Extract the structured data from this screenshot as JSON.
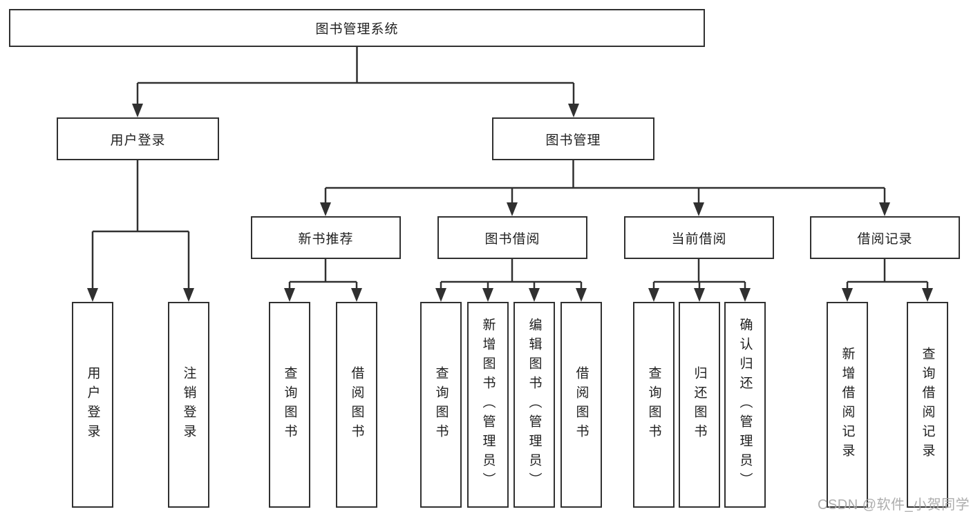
{
  "diagram": {
    "root": {
      "label": "图书管理系统"
    },
    "branches": [
      {
        "label": "用户登录",
        "children": [
          {
            "label": "用户登录"
          },
          {
            "label": "注销登录"
          }
        ]
      },
      {
        "label": "图书管理",
        "children": [
          {
            "label": "新书推荐",
            "children": [
              {
                "label": "查询图书"
              },
              {
                "label": "借阅图书"
              }
            ]
          },
          {
            "label": "图书借阅",
            "children": [
              {
                "label": "查询图书"
              },
              {
                "label": "新增图书（管理员）"
              },
              {
                "label": "编辑图书（管理员）"
              },
              {
                "label": "借阅图书"
              }
            ]
          },
          {
            "label": "当前借阅",
            "children": [
              {
                "label": "查询图书"
              },
              {
                "label": "归还图书"
              },
              {
                "label": "确认归还（管理员）"
              }
            ]
          },
          {
            "label": "借阅记录",
            "children": [
              {
                "label": "新增借阅记录"
              },
              {
                "label": "查询借阅记录"
              }
            ]
          }
        ]
      }
    ]
  },
  "watermark": {
    "text": "CSDN @软件_小贺同学"
  },
  "colors": {
    "line": "#303030",
    "box_background": "#ffffff",
    "text": "#1f1f1f",
    "watermark": "#a6a6a6"
  }
}
